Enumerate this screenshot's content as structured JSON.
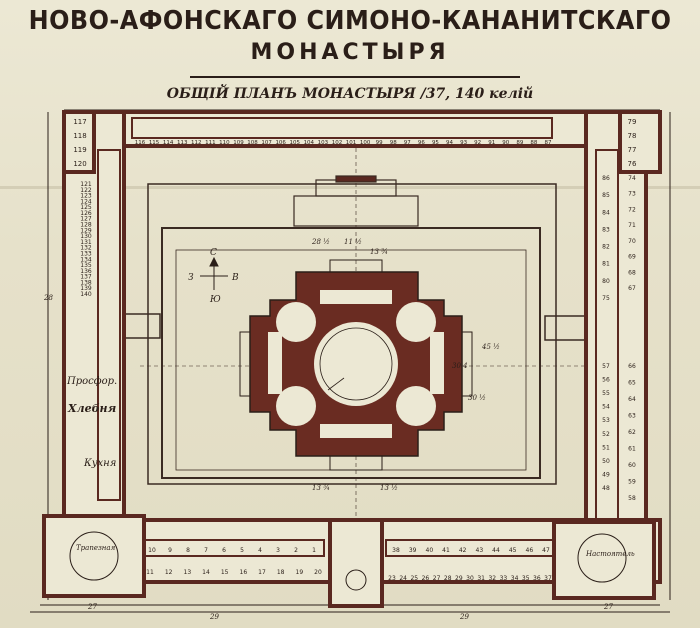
{
  "title": {
    "line1": "НОВО-АФОНСКАГО СИМОНО-КАНАНИТСКАГО",
    "line2": "МОНАСТЫРЯ",
    "subtitle": "ОБЩІЙ ПЛАНЪ МОНАСТЫРЯ /37, 140 келій"
  },
  "room_labels": [
    "Просфор.",
    "Хлебня",
    "Кухня",
    "Трапезная",
    "Настоятель"
  ],
  "compass": {
    "north": "С",
    "south": "Ю",
    "east": "В",
    "west": "З"
  },
  "dimensions": [
    "28 ½",
    "11 ½",
    "13 ¾",
    "45 ½",
    "30 4",
    "30 ½",
    "13 ¾",
    "13 ½",
    "27",
    "27",
    "29",
    "29",
    "28"
  ],
  "cell_numbers": {
    "top": [
      "116",
      "115",
      "114",
      "113",
      "112",
      "111",
      "110",
      "109",
      "108",
      "107",
      "106",
      "105",
      "104",
      "103",
      "102",
      "101",
      "100",
      "99",
      "98",
      "97",
      "96",
      "95",
      "94",
      "93",
      "92",
      "91",
      "90",
      "89",
      "88",
      "87"
    ],
    "top_left_tower": [
      "117",
      "118",
      "119",
      "120"
    ],
    "top_right_tower": [
      "79",
      "78",
      "77",
      "76"
    ],
    "left": [
      "121",
      "122",
      "123",
      "124",
      "125",
      "126",
      "127",
      "128",
      "129",
      "130",
      "131",
      "132",
      "133",
      "134",
      "135",
      "136",
      "137",
      "138",
      "139",
      "140"
    ],
    "right_upper": [
      "86",
      "85",
      "84",
      "83",
      "82",
      "81",
      "80",
      "75",
      "74",
      "73",
      "72",
      "71",
      "70",
      "69",
      "68",
      "67"
    ],
    "right_lower": [
      "57",
      "56",
      "55",
      "54",
      "53",
      "52",
      "51",
      "50",
      "49",
      "48",
      "66",
      "65",
      "64",
      "63",
      "62",
      "61",
      "60",
      "59",
      "58"
    ],
    "bottom_left_row1": [
      "10",
      "9",
      "8",
      "7",
      "6",
      "5",
      "4",
      "3",
      "2",
      "1"
    ],
    "bottom_left_row2": [
      "11",
      "12",
      "13",
      "14",
      "15",
      "16",
      "17",
      "18",
      "19",
      "20"
    ],
    "bottom_right_row1": [
      "38",
      "39",
      "40",
      "41",
      "42",
      "43",
      "44",
      "45",
      "46",
      "47"
    ],
    "bottom_right_row2": [
      "23",
      "24",
      "25",
      "26",
      "27",
      "28",
      "29",
      "30",
      "31",
      "32",
      "33",
      "34",
      "35",
      "36",
      "37"
    ]
  },
  "colors": {
    "ink": "#2a1e18",
    "wall": "#5a2820",
    "paper": "#ece8d4"
  }
}
